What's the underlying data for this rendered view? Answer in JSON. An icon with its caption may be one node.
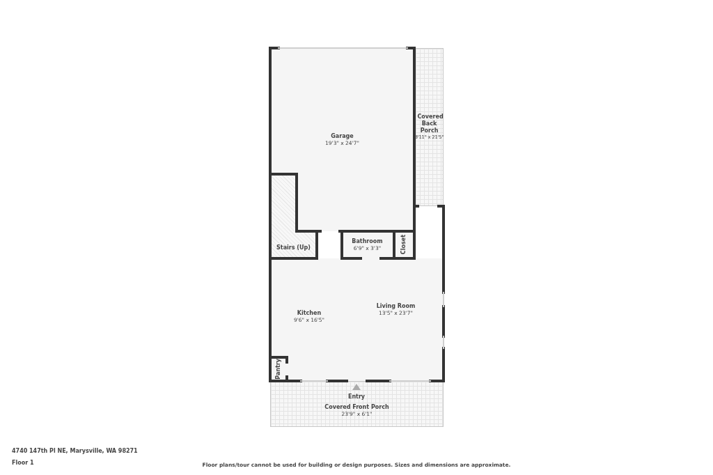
{
  "diagram": {
    "nodes": [
      {
        "text": [
          "Garage",
          "19'3\" x 24'7\""
        ]
      },
      {
        "text": [
          "Covered Back Porch",
          "3'11\" x 21'5\""
        ]
      },
      {
        "text": [
          "Stairs (Up)"
        ]
      },
      {
        "text": [
          "Bathroom",
          "6'9\" x 3'3\""
        ]
      },
      {
        "text": [
          "Closet"
        ]
      },
      {
        "text": [
          "Kitchen",
          "9'6\" x 16'5\""
        ]
      },
      {
        "text": [
          "Living Room",
          "13'5\" x 23'7\""
        ]
      },
      {
        "text": [
          "Pantry"
        ],
        "in": 5
      },
      {
        "text": [
          "Covered Front Porch",
          "23'9\" x 6'1\""
        ]
      }
    ],
    "edges": [],
    "labels": [
      "Entry",
      "4740 147th Pl NE, Marysville, WA 98271",
      "Floor 1",
      "Floor plans/tour cannot be used for building or design purposes. Sizes and dimensions are approximate."
    ]
  }
}
